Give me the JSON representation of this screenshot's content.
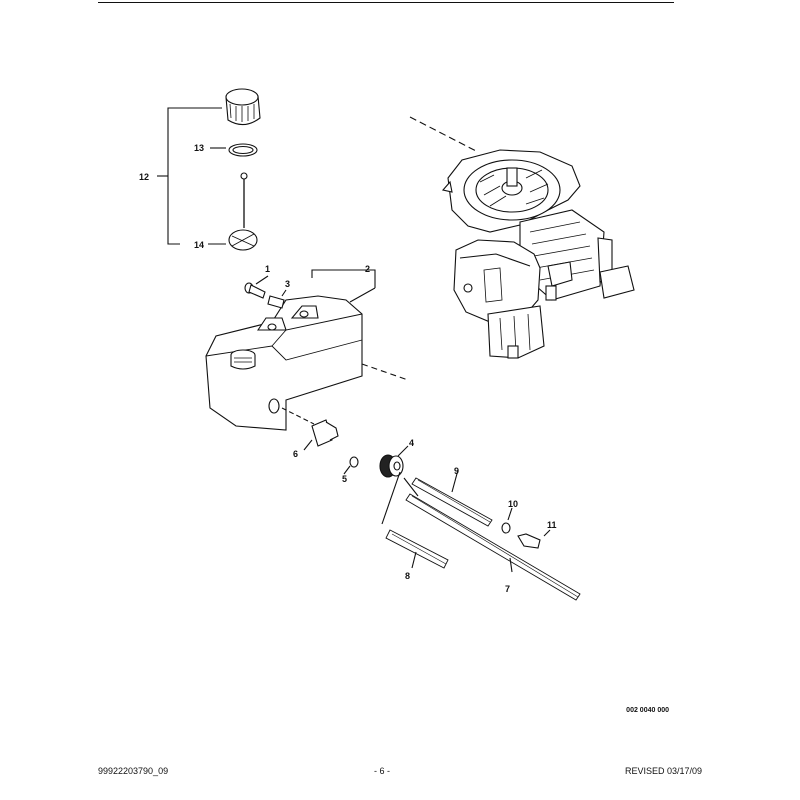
{
  "callouts": {
    "c1": "1",
    "c2": "2",
    "c3": "3",
    "c4": "4",
    "c5": "5",
    "c6": "6",
    "c7": "7",
    "c8": "8",
    "c9": "9",
    "c10": "10",
    "c11": "11",
    "c12": "12",
    "c13": "13",
    "c14": "14"
  },
  "figure_id": "002 0040 000",
  "footer": {
    "doc_number": "99922203790_09",
    "page": "- 6 -",
    "revised": "REVISED 03/17/09"
  }
}
